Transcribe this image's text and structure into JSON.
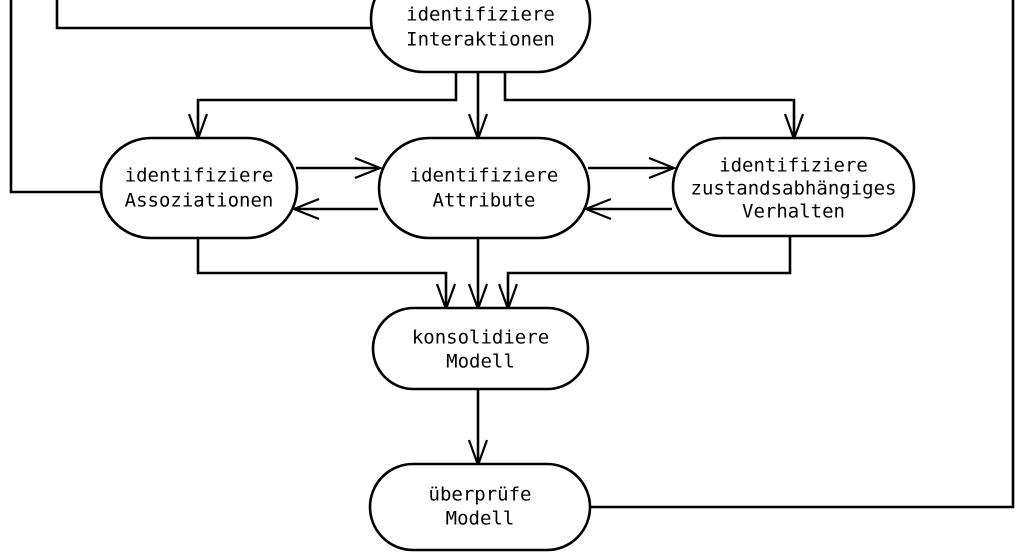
{
  "diagram": {
    "type": "flowchart",
    "language": "de",
    "background_color": "#ffffff",
    "line_color": "#000000",
    "node_fill": "#ffffff",
    "nodes": [
      {
        "id": "interaktionen",
        "shape": "stadium",
        "lines": [
          "identifiziere",
          "Interaktionen"
        ],
        "line1": "identifiziere",
        "line2": "Interaktionen",
        "line3": ""
      },
      {
        "id": "assoziationen",
        "shape": "stadium",
        "lines": [
          "identifiziere",
          "Assoziationen"
        ],
        "line1": "identifiziere",
        "line2": "Assoziationen",
        "line3": ""
      },
      {
        "id": "attribute",
        "shape": "stadium",
        "lines": [
          "identifiziere",
          "Attribute"
        ],
        "line1": "identifiziere",
        "line2": "Attribute",
        "line3": ""
      },
      {
        "id": "zustandsverhalten",
        "shape": "stadium",
        "lines": [
          "identifiziere",
          "zustandsabhängiges",
          "Verhalten"
        ],
        "line1": "identifiziere",
        "line2": "zustandsabhängiges",
        "line3": "Verhalten"
      },
      {
        "id": "konsolidiere",
        "shape": "stadium",
        "lines": [
          "konsolidiere",
          "Modell"
        ],
        "line1": "konsolidiere",
        "line2": "Modell",
        "line3": ""
      },
      {
        "id": "ueberpruefe",
        "shape": "stadium",
        "lines": [
          "überprüfe",
          "Modell"
        ],
        "line1": "überprüfe",
        "line2": "Modell",
        "line3": ""
      }
    ],
    "edges": [
      {
        "from": "interaktionen",
        "to": "assoziationen",
        "arrow": true
      },
      {
        "from": "interaktionen",
        "to": "attribute",
        "arrow": true
      },
      {
        "from": "interaktionen",
        "to": "zustandsverhalten",
        "arrow": true
      },
      {
        "from": "assoziationen",
        "to": "attribute",
        "arrow": true
      },
      {
        "from": "attribute",
        "to": "assoziationen",
        "arrow": true
      },
      {
        "from": "attribute",
        "to": "zustandsverhalten",
        "arrow": true
      },
      {
        "from": "zustandsverhalten",
        "to": "attribute",
        "arrow": true
      },
      {
        "from": "assoziationen",
        "to": "konsolidiere",
        "arrow": true
      },
      {
        "from": "attribute",
        "to": "konsolidiere",
        "arrow": true
      },
      {
        "from": "zustandsverhalten",
        "to": "konsolidiere",
        "arrow": true
      },
      {
        "from": "konsolidiere",
        "to": "ueberpruefe",
        "arrow": true
      },
      {
        "from": "ueberpruefe",
        "to": "offpage-right",
        "arrow": false
      },
      {
        "from": "offpage-left-outer",
        "to": "assoziationen",
        "arrow": false
      },
      {
        "from": "offpage-left-inner",
        "to": "interaktionen",
        "arrow": false
      }
    ]
  }
}
